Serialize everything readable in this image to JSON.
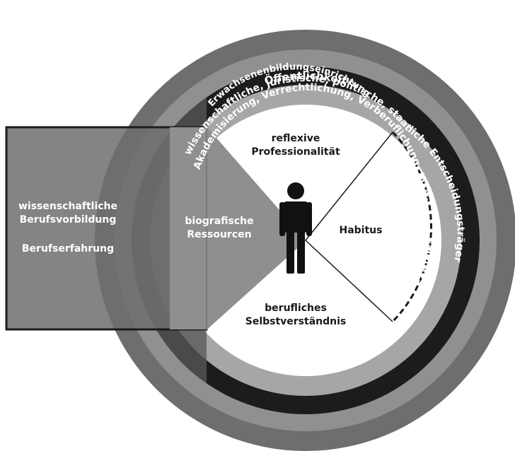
{
  "rings": {
    "outer": "Öffentlichkeit",
    "second": "wissenschaftliche, juristische, politische, staatliche Entscheidungsträger",
    "third": "Akademisierung, Verrechtlichung, Verberuflichung, Institutionalisierung",
    "inner": "Erwachsenenbildungseinrichtung"
  },
  "segments": {
    "top_line1": "reflexive",
    "top_line2": "Professionalität",
    "right": "Habitus",
    "bottom_line1": "berufliches",
    "bottom_line2": "Selbstverständnis",
    "left_line1": "biografische",
    "left_line2": "Ressourcen"
  },
  "side_box": {
    "line1": "wissenschaftliche",
    "line2": "Berufsvorbildung",
    "line3": "Berufserfahrung"
  },
  "colors": {
    "ring_outer": "#6e6e6e",
    "ring_second": "#909090",
    "ring_third": "#1c1c1c",
    "ring_inner": "#a6a6a6",
    "left_band": "#555555",
    "side_box": "#777777",
    "wedge": "#8f8f8f"
  },
  "icons": [
    "person-icon"
  ]
}
